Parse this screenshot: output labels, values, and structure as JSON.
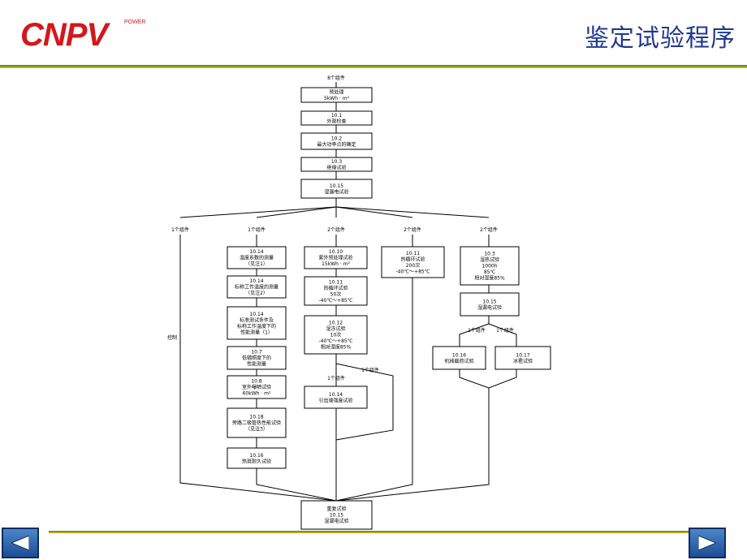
{
  "header": {
    "logo_text": "CNPV",
    "logo_subtext": "POWER",
    "title": "鉴定试验程序"
  },
  "colors": {
    "logo_red": "#d4171c",
    "title_blue": "#1f3a8f",
    "rule_green": "#4a9a2a",
    "rule_gold": "#d9a520",
    "nav_blue": "#2d63ad"
  },
  "navigation": {
    "prev_icon": "left-triangle",
    "next_icon": "right-triangle"
  },
  "flowchart": {
    "top_label": "8个组件",
    "chain": [
      [
        "预处理",
        "5kWh · m²"
      ],
      [
        "10.1",
        "外观检查"
      ],
      [
        "10.2",
        "最大功率点的确定"
      ],
      [
        "10.3",
        "绝缘试验"
      ],
      [
        "10.15",
        "湿漏电试验"
      ]
    ],
    "branch_labels": [
      "1个组件",
      "1个组件",
      "2个组件",
      "2个组件",
      "2个组件"
    ],
    "control_label": "控制",
    "col1": [
      [
        "10.14",
        "温度系数的测量",
        "（见注1）"
      ],
      [
        "10.14",
        "标称工作温度的测量",
        "（见注2）"
      ],
      [
        "10.14",
        "标准测试条件及",
        "标称工作温度下的",
        "性能测量（1）"
      ],
      [
        "10.7",
        "低辐照度下的",
        "性能测量"
      ],
      [
        "10.8",
        "室外曝晒试验",
        "60kWh · m²"
      ],
      [
        "10.18",
        "旁路二极管热性能试验",
        "（见注3）"
      ],
      [
        "10.16",
        "热斑耐久试验"
      ]
    ],
    "col2": [
      [
        "10.10",
        "紫外预处理试验",
        "15kWh · m²"
      ],
      [
        "10.11",
        "热循环试验",
        "50次",
        "-40℃～+85℃"
      ],
      [
        "10.12",
        "湿冻试验",
        "10次",
        "-40℃～+85℃",
        "相对湿度85%"
      ]
    ],
    "col2_sub_label": "1个组件",
    "col2_sub_right_label": "1个组件",
    "col2_sub": [
      "10.14",
      "引出端强度试验"
    ],
    "col3": [
      "10.11",
      "热循环试验",
      "200次",
      "-40℃～+85℃"
    ],
    "col4": [
      [
        "10.3",
        "湿热试验",
        "1000h",
        "85℃",
        "相对湿度85%"
      ],
      [
        "10.15",
        "湿漏电试验"
      ]
    ],
    "col4_sub_labels": [
      "1个组件",
      "1个组件"
    ],
    "col4_sub": [
      [
        "10.16",
        "机械载荷试验"
      ],
      [
        "10.17",
        "冰雹试验"
      ]
    ],
    "final": [
      "重复试验",
      "10.15",
      "湿漏电试验"
    ]
  }
}
